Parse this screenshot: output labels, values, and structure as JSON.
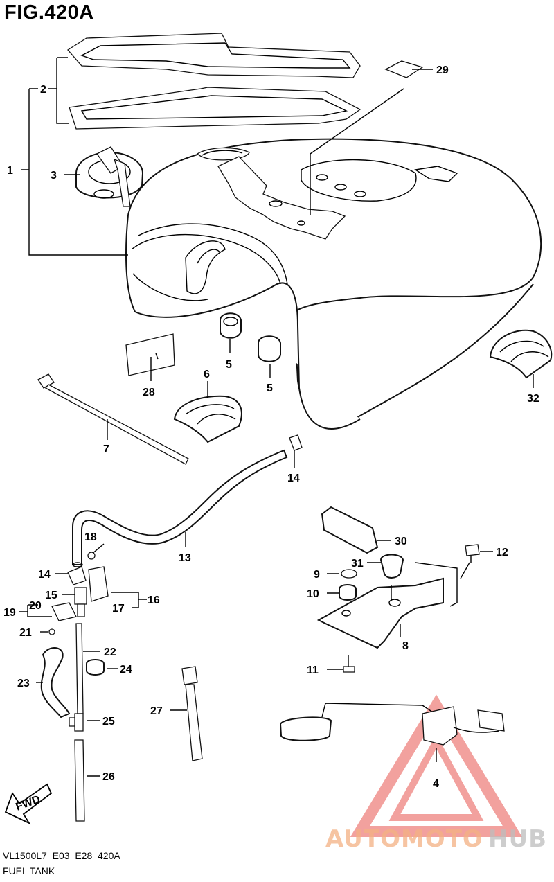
{
  "figure": {
    "title": "FIG.420A",
    "code": "VL1500L7_E03_E28_420A",
    "caption": "FUEL TANK"
  },
  "parts": {
    "p1": "1",
    "p2": "2",
    "p3": "3",
    "p4": "4",
    "p5a": "5",
    "p5b": "5",
    "p6": "6",
    "p7": "7",
    "p8": "8",
    "p9": "9",
    "p10": "10",
    "p11": "11",
    "p12": "12",
    "p13": "13",
    "p14a": "14",
    "p14b": "14",
    "p15": "15",
    "p16": "16",
    "p17": "17",
    "p18": "18",
    "p19": "19",
    "p20": "20",
    "p21": "21",
    "p22": "22",
    "p23": "23",
    "p24": "24",
    "p25": "25",
    "p26": "26",
    "p27": "27",
    "p28": "28",
    "p29": "29",
    "p30": "30",
    "p31": "31",
    "p32": "32"
  },
  "fwd_label": "FWD",
  "watermark": {
    "text_a": "AUTOMOTO",
    "text_b": "HUB",
    "color_a": "#f4b183",
    "color_b": "#c9c9c9",
    "triangle_color": "#e8564f"
  }
}
